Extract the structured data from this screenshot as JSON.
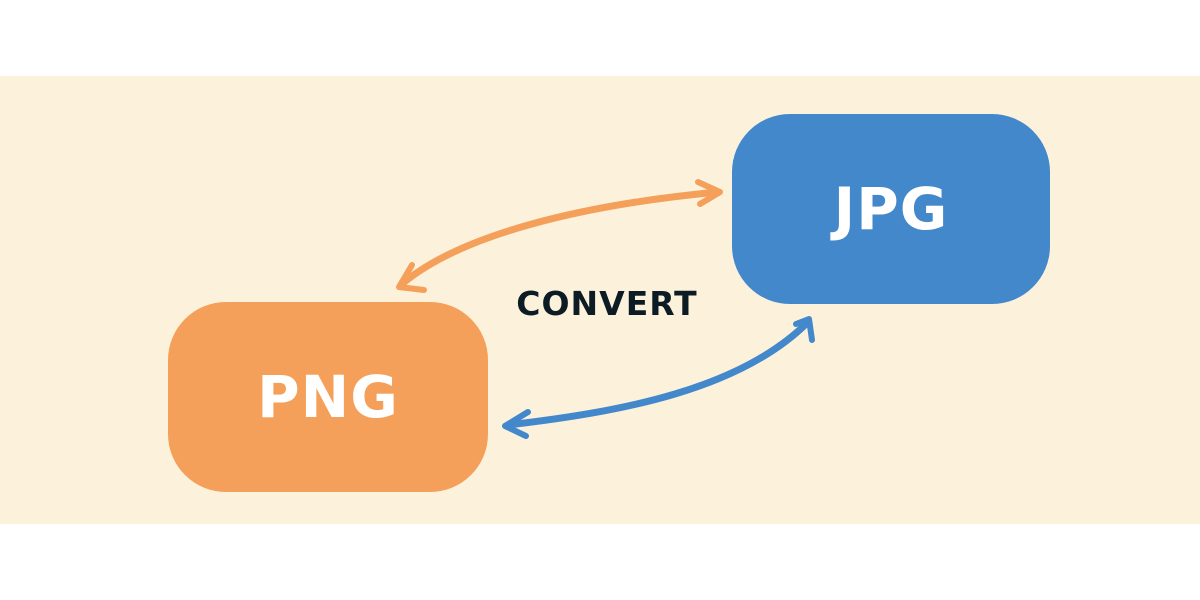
{
  "colors": {
    "page_background": "#ffffff",
    "band_background": "#fcf2dc",
    "png_color": "#f5a05a",
    "jpg_color": "#4388cb",
    "label_color": "#0d1b24"
  },
  "diagram": {
    "png_label": "PNG",
    "jpg_label": "JPG",
    "convert_label": "CONVERT"
  }
}
